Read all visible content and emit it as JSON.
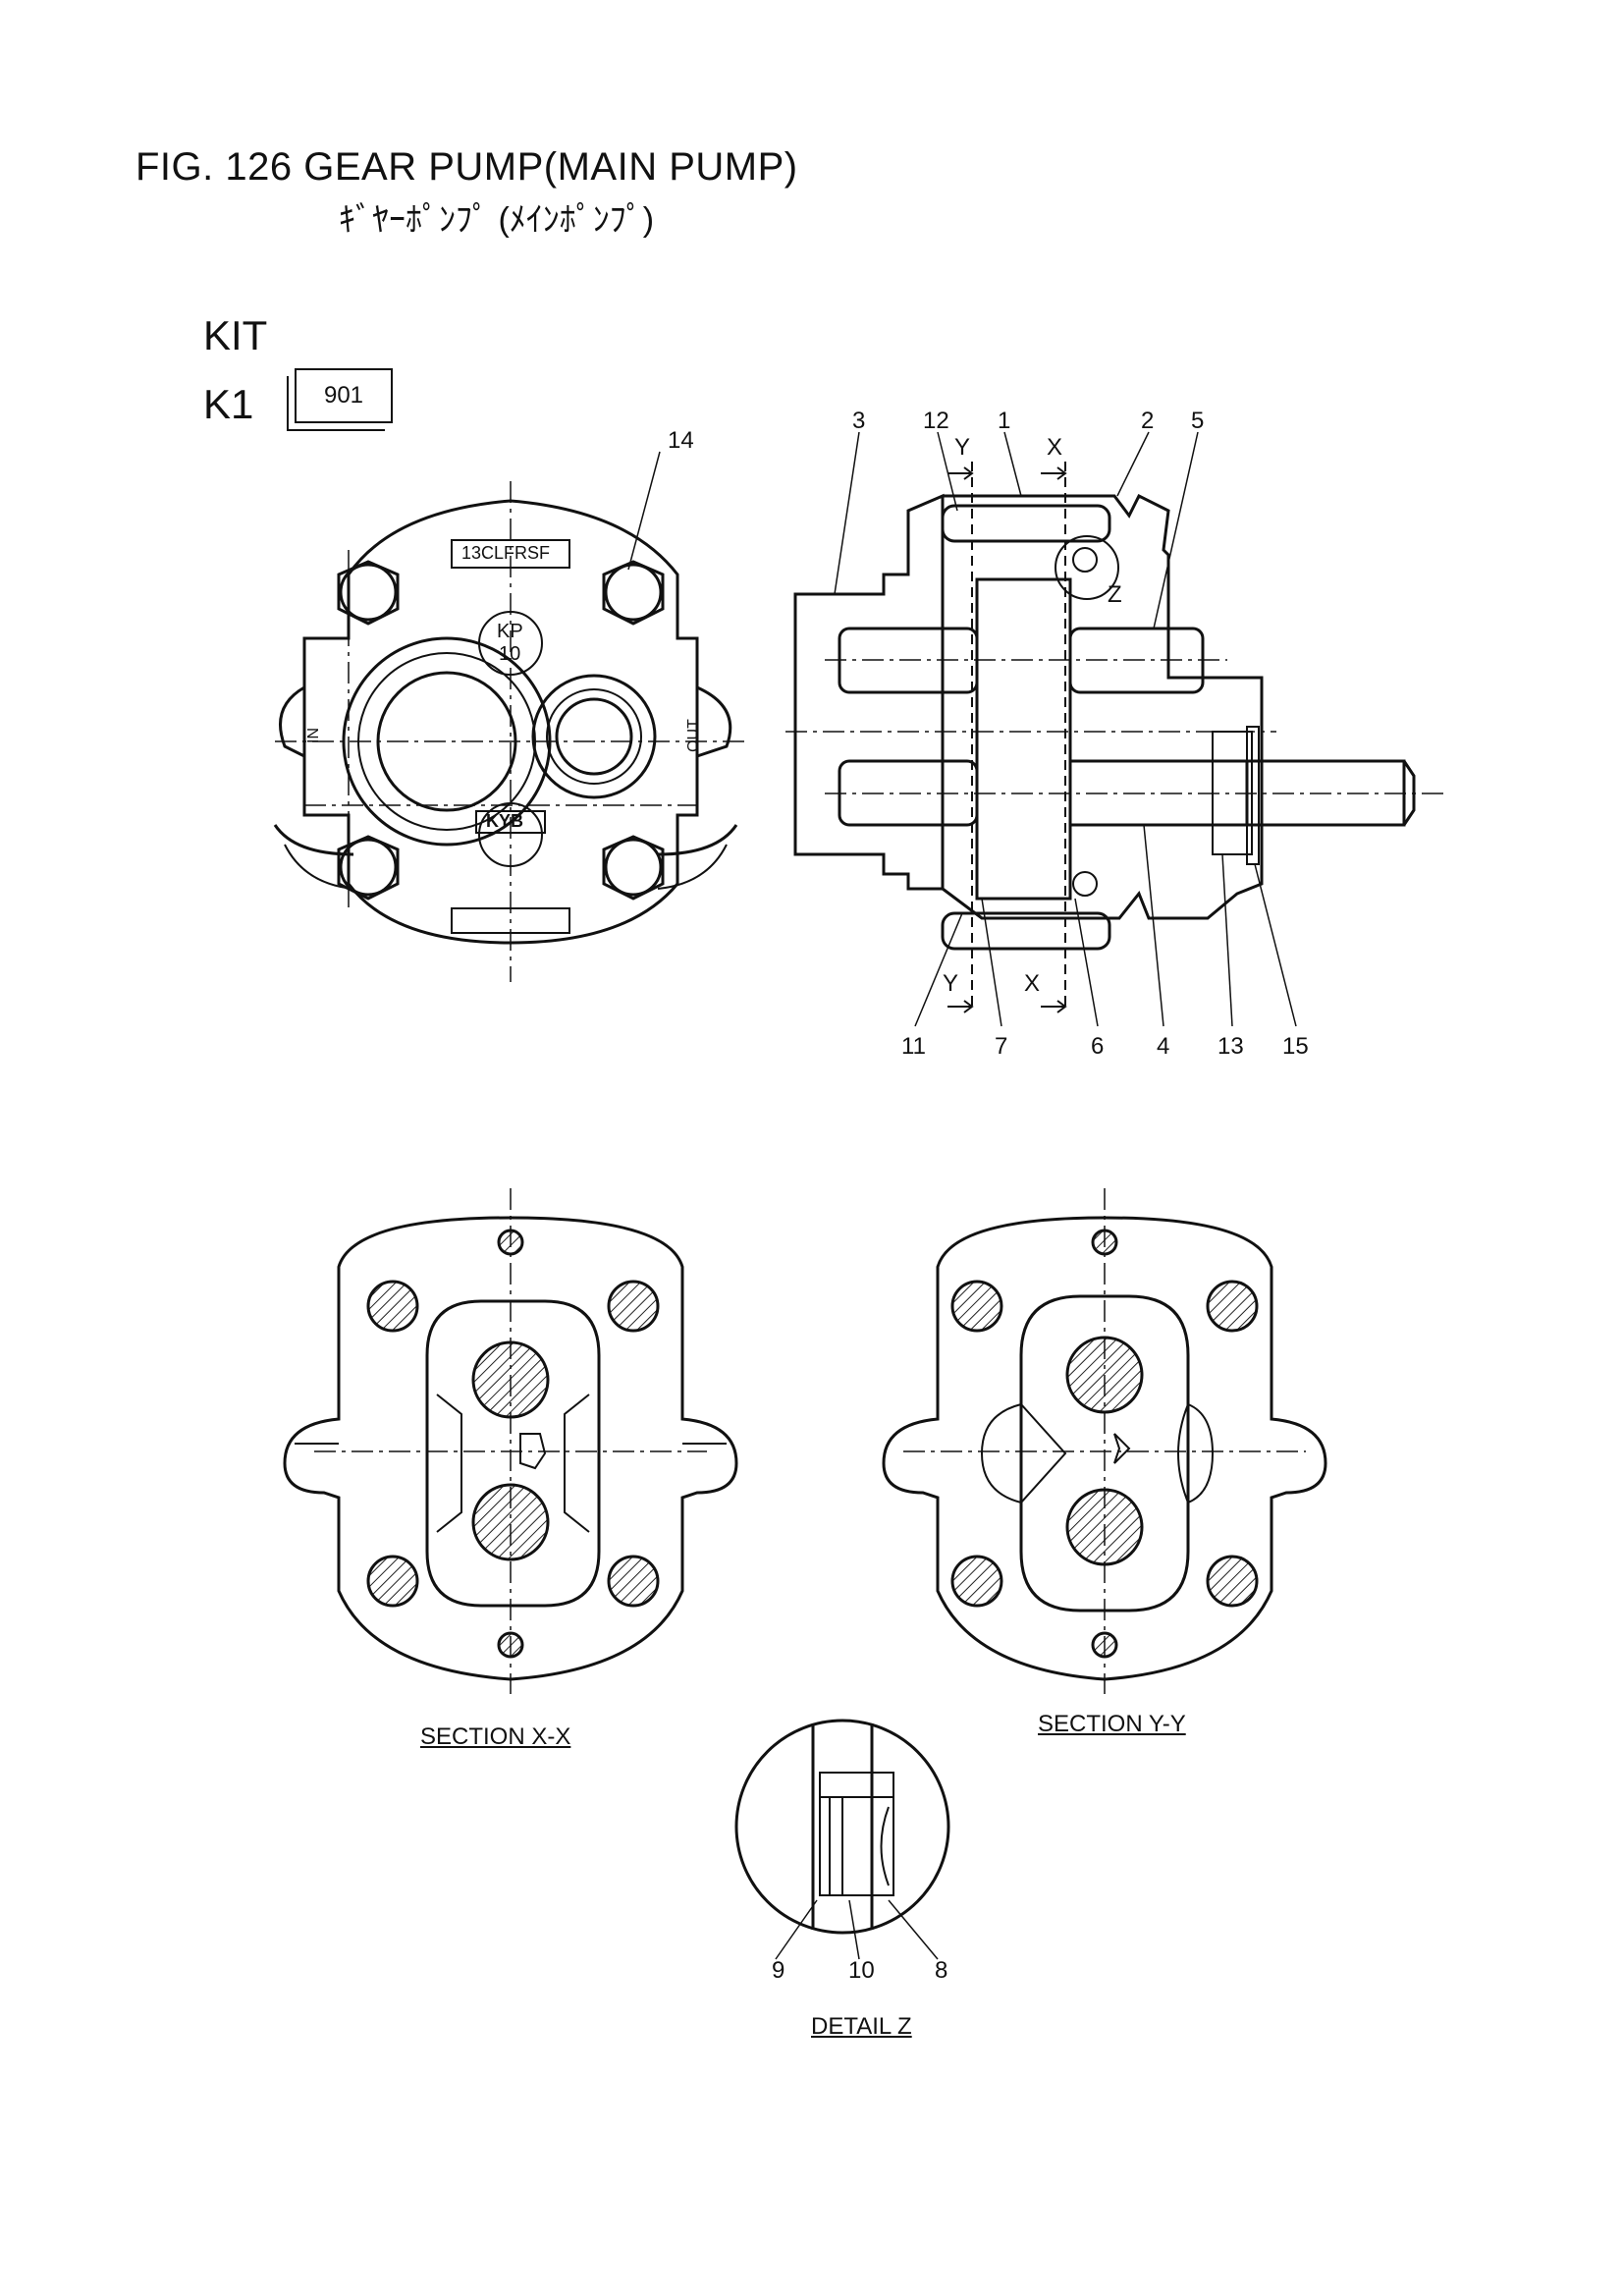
{
  "header": {
    "figure_title": "FIG. 126    GEAR PUMP(MAIN PUMP)",
    "figure_subtitle": "ｷﾞﾔｰﾎﾟﾝﾌﾟ (ﾒｲﾝﾎﾟﾝﾌﾟ)"
  },
  "kit": {
    "heading": "KIT",
    "code": "K1",
    "box_value": "901"
  },
  "front_view": {
    "nameplate": "13CLFRSF",
    "badge_top": "KP",
    "badge_bottom": "10",
    "logo": "KYB",
    "port_in": "IN",
    "port_out": "OUT"
  },
  "callouts": [
    "14",
    "3",
    "12",
    "1",
    "2",
    "5",
    "Y",
    "X",
    "Z",
    "Y",
    "X",
    "11",
    "7",
    "6",
    "4",
    "13",
    "15",
    "9",
    "10",
    "8"
  ],
  "captions": {
    "section_xx": "SECTION X-X",
    "section_yy": "SECTION Y-Y",
    "detail_z": "DETAIL Z"
  }
}
